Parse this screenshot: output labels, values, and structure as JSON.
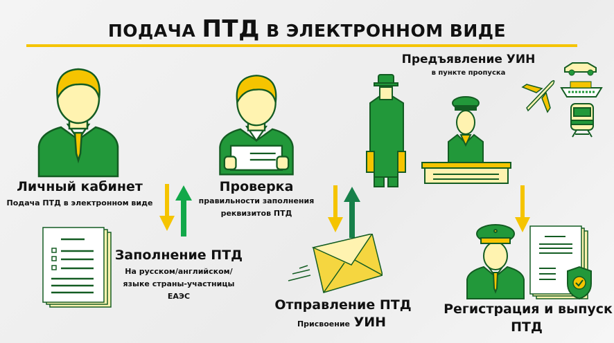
{
  "title": {
    "part1": "ПОДАЧА",
    "highlight": "ПТД",
    "part2": "В ЭЛЕКТРОННОМ ВИДЕ"
  },
  "colors": {
    "green": "#22983a",
    "dark_green": "#135c22",
    "yellow": "#f5c400",
    "pale_yellow": "#fff3b0",
    "arrow_green": "#12a84a",
    "arrow_dark_green": "#17804a"
  },
  "steps": {
    "cabinet": {
      "title": "Личный кабинет",
      "subtitle": "Подача ПТД в электронном виде"
    },
    "filling": {
      "title": "Заполнение ПТД",
      "lines": [
        "На русском/английском/",
        "языке страны-участницы",
        "ЕАЭС"
      ]
    },
    "check": {
      "title": "Проверка",
      "lines": [
        "правильности заполнения",
        "реквизитов ПТД"
      ]
    },
    "sending": {
      "title": "Отправление ПТД",
      "subtitle_small": "Присвоение",
      "subtitle_big": "УИН"
    },
    "presentation": {
      "title": "Предъявление УИН",
      "subtitle": "в пункте пропуска"
    },
    "registration": {
      "title": "Регистрация и выпуск",
      "title2": "ПТД"
    }
  }
}
